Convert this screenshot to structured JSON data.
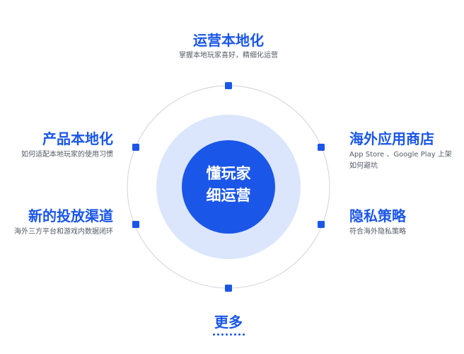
{
  "center": {
    "line1": "懂玩家",
    "line2": "细运营"
  },
  "nodes": {
    "top": {
      "title": "运营本地化",
      "desc": [
        "掌握本地玩家喜好，精细化运营"
      ]
    },
    "left_upper": {
      "title": "产品本地化",
      "desc": [
        "如何适配本地玩家的使用习惯"
      ]
    },
    "left_lower": {
      "title": "新的投放渠道",
      "desc": [
        "海外三方平台和游戏内数据闭环"
      ]
    },
    "right_upper": {
      "title": "海外应用商店",
      "desc": [
        "App Store 、Google Play 上架",
        "如何避坑"
      ]
    },
    "right_lower": {
      "title": "隐私策略",
      "desc": [
        "符合海外隐私策略"
      ]
    }
  },
  "more": {
    "label": "更多"
  },
  "colors": {
    "accent": "#1a56e8",
    "center_fill": "#1a56e8",
    "halo_fill": "#dbe6fd",
    "ring_stroke": "#cfd3da",
    "title_text": "#1a56e8",
    "desc_text": "#555b66"
  }
}
